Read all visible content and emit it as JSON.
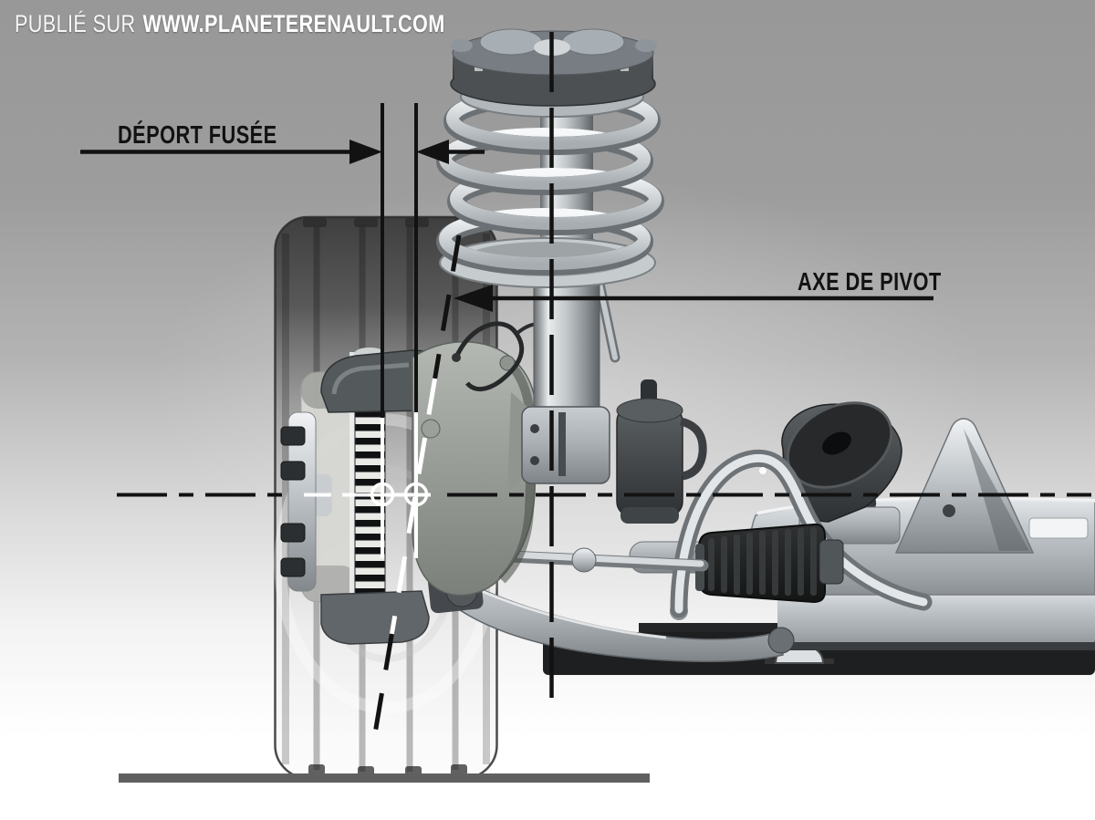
{
  "header": {
    "prefix": "PUBLIÉ SUR",
    "site": "WWW.PLANETERENAULT.COM"
  },
  "annotations": {
    "deport_fusee": {
      "label": "DÉPORT FUSÉE"
    },
    "axe_de_pivot": {
      "label": "AXE DE PIVOT"
    }
  },
  "colors": {
    "label_color": "#121212",
    "header_color": "#ffffff",
    "line_color": "#121212",
    "marker_color": "#ffffff",
    "ground_color": "#606060",
    "bg_top": "#989898",
    "bg_bottom": "#ffffff"
  }
}
